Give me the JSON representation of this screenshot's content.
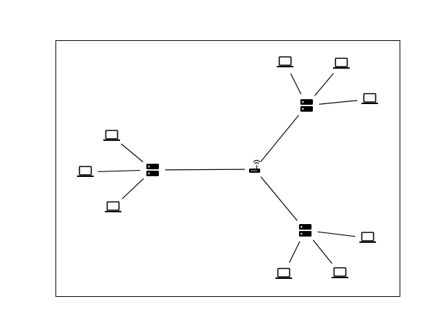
{
  "diagram": {
    "type": "network-topology",
    "line_color": "#000000",
    "frame_color": "#000000",
    "background": "#ffffff",
    "nodes": [
      {
        "id": "router",
        "kind": "router",
        "icon": "router-icon"
      },
      {
        "id": "server-left",
        "kind": "server",
        "icon": "server-icon"
      },
      {
        "id": "server-top-right",
        "kind": "server",
        "icon": "server-icon"
      },
      {
        "id": "server-bottom-right",
        "kind": "server",
        "icon": "server-icon"
      },
      {
        "id": "laptop-l1",
        "kind": "laptop",
        "icon": "laptop-icon"
      },
      {
        "id": "laptop-l2",
        "kind": "laptop",
        "icon": "laptop-icon"
      },
      {
        "id": "laptop-l3",
        "kind": "laptop",
        "icon": "laptop-icon"
      },
      {
        "id": "laptop-tr1",
        "kind": "laptop",
        "icon": "laptop-icon"
      },
      {
        "id": "laptop-tr2",
        "kind": "laptop",
        "icon": "laptop-icon"
      },
      {
        "id": "laptop-tr3",
        "kind": "laptop",
        "icon": "laptop-icon"
      },
      {
        "id": "laptop-br1",
        "kind": "laptop",
        "icon": "laptop-icon"
      },
      {
        "id": "laptop-br2",
        "kind": "laptop",
        "icon": "laptop-icon"
      },
      {
        "id": "laptop-br3",
        "kind": "laptop",
        "icon": "laptop-icon"
      }
    ],
    "edges": [
      [
        "router",
        "server-left"
      ],
      [
        "router",
        "server-top-right"
      ],
      [
        "router",
        "server-bottom-right"
      ],
      [
        "server-left",
        "laptop-l1"
      ],
      [
        "server-left",
        "laptop-l2"
      ],
      [
        "server-left",
        "laptop-l3"
      ],
      [
        "server-top-right",
        "laptop-tr1"
      ],
      [
        "server-top-right",
        "laptop-tr2"
      ],
      [
        "server-top-right",
        "laptop-tr3"
      ],
      [
        "server-bottom-right",
        "laptop-br1"
      ],
      [
        "server-bottom-right",
        "laptop-br2"
      ],
      [
        "server-bottom-right",
        "laptop-br3"
      ]
    ]
  }
}
